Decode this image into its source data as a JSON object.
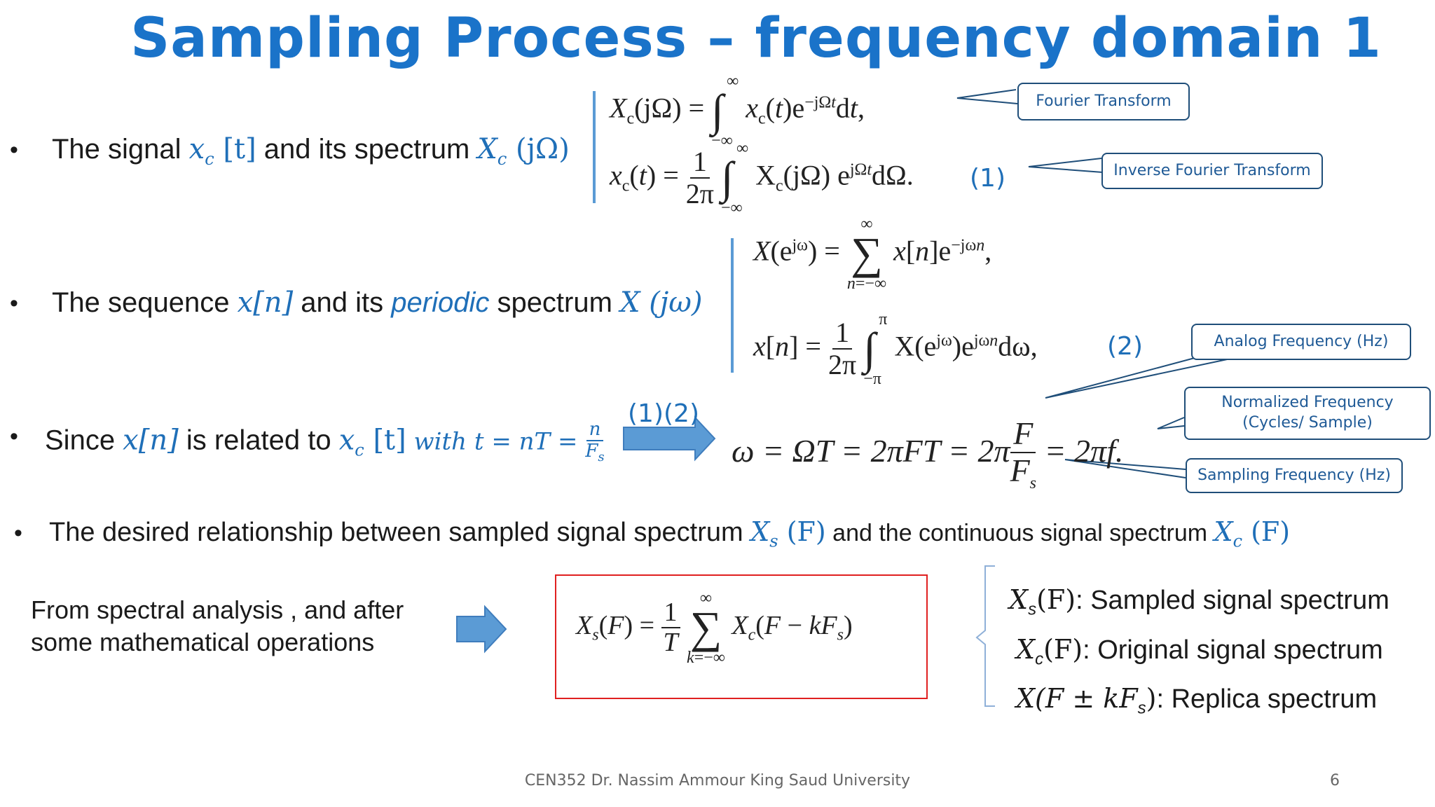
{
  "title": "Sampling Process – frequency domain 1",
  "bullets": {
    "b1_text1": "The signal ",
    "b1_m1": "x",
    "b1_m1_sub": "c",
    "b1_m1_arg": " [t]",
    "b1_text2": " and its spectrum ",
    "b1_m2": "X",
    "b1_m2_sub": "c",
    "b1_m2_arg": " (jΩ)",
    "b2_text1": "The sequence ",
    "b2_m1": "x[n]",
    "b2_text2": " and its ",
    "b2_periodic": "periodic",
    "b2_text3": " spectrum ",
    "b2_m2": "X (jω)",
    "b3_text1": "Since ",
    "b3_m1": "x[n]",
    "b3_text2": " is related to  ",
    "b3_m2": "x",
    "b3_m2_sub": "c",
    "b3_m2_arg": " [t]",
    "b3_with": "  with t = nT = ",
    "b3_frac_num": "n",
    "b3_frac_den": "F",
    "b3_frac_den_sub": "s",
    "b4_text1": "The desired relationship between sampled signal spectrum ",
    "b4_m1": "X",
    "b4_m1_sub": "s",
    "b4_m1_arg": " (F)",
    "b4_text2": " and the continuous signal spectrum ",
    "b4_m2": "X",
    "b4_m2_sub": "c",
    "b4_m2_arg": " (F)"
  },
  "bullet_symbol": "•",
  "equations": {
    "eq1_num": "(1)",
    "eq2_num": "(2)",
    "arrow_label": "(1)(2)",
    "omega_eq_a": "ω = ΩT = 2πFT = 2π",
    "omega_frac_num": "F",
    "omega_frac_den": "F",
    "omega_frac_den_sub": "s",
    "omega_eq_b": " = 2πf."
  },
  "callouts": {
    "fourier": "Fourier Transform",
    "inverse": "Inverse Fourier Transform",
    "analog": "Analog Frequency (Hz)",
    "normalized_1": "Normalized Frequency",
    "normalized_2": "(Cycles/ Sample)",
    "sampling": "Sampling Frequency (Hz)"
  },
  "spectral": {
    "line1": "From spectral analysis , and after",
    "line2": "some mathematical operations"
  },
  "legend": {
    "l1_sym": "X",
    "l1_sub": "s",
    "l1_arg": "(F)",
    "l1_text": ": Sampled signal spectrum",
    "l2_sym": "X",
    "l2_sub": "c",
    "l2_arg": "(F)",
    "l2_text": ": Original signal spectrum",
    "l3_sym": "X(F ± kF",
    "l3_sub": "s",
    "l3_close": ")",
    "l3_text": ": Replica spectrum"
  },
  "footer": {
    "text": "CEN352 Dr. Nassim Ammour King Saud University",
    "page": "6"
  },
  "colors": {
    "title": "#1a73c9",
    "math_blue": "#1f6fb8",
    "arrow": "#5b9bd5",
    "red_box": "#e02020"
  }
}
